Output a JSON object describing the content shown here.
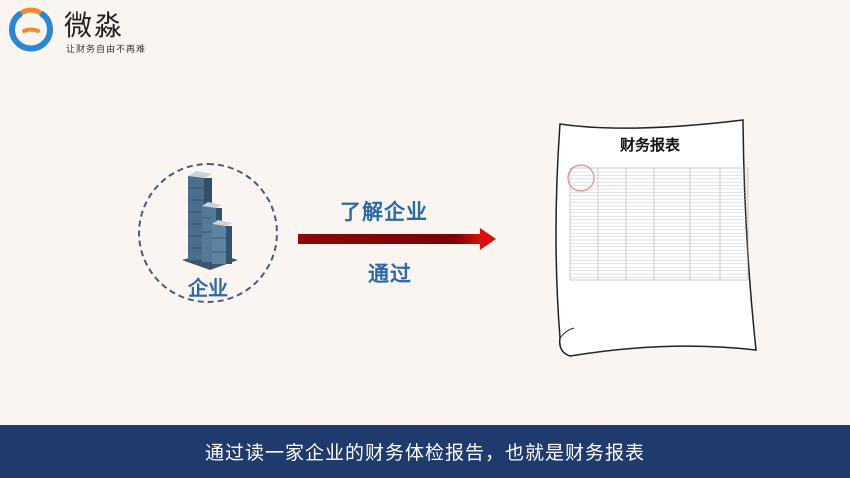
{
  "logo": {
    "name": "微淼",
    "slogan": "让财务自由不再难"
  },
  "diagram": {
    "company_label": "企业",
    "arrow_top_label": "了解企业",
    "arrow_bottom_label": "通过",
    "document_title": "财务报表"
  },
  "subtitle": "通过读一家企业的财务体检报告，也就是财务报表",
  "colors": {
    "accent_blue": "#2b6aa8",
    "arrow_red": "#8b0a0a",
    "subtitle_bar": "#1f3a6d"
  }
}
